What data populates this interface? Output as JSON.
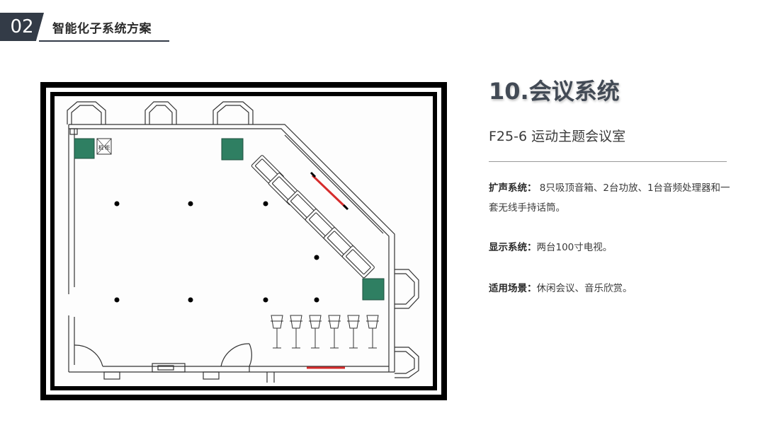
{
  "header": {
    "number": "02",
    "title": "智能化子系统方案"
  },
  "section": {
    "title": "10.会议系统",
    "subtitle": "F25-6 运动主题会议室"
  },
  "specs": [
    {
      "label": "扩声系统：",
      "text": " 8只吸顶音箱、2台功放、1台音频处理器和一套无线手持话筒。"
    },
    {
      "label": "显示系统：",
      "text": "两台100寸电视。"
    },
    {
      "label": "适用场景：",
      "text": "休闲会议、音乐欣赏。"
    }
  ],
  "floor_plan": {
    "box_label": "机 柜"
  },
  "colors": {
    "header_bg": "#333b47",
    "speaker_panel": "#2f7f62",
    "tv_line": "#d62c2c",
    "title": "#424a55"
  }
}
